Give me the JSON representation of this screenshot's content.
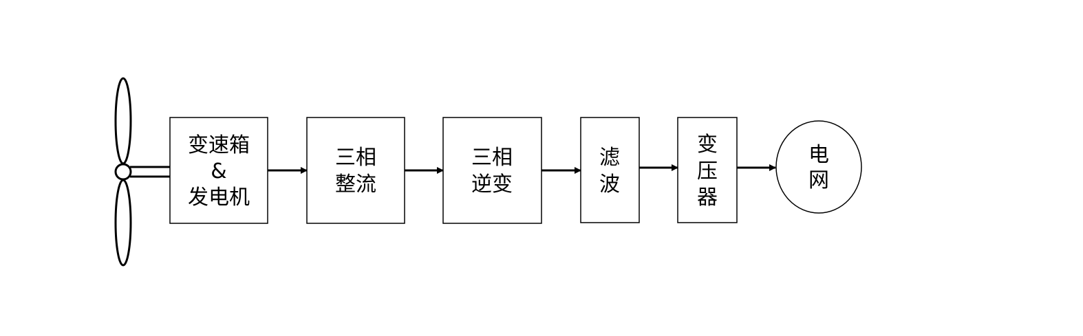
{
  "diagram": {
    "blocks": [
      {
        "id": "gearbox-generator",
        "lines": [
          "变速箱",
          "&",
          "发电机"
        ]
      },
      {
        "id": "three-phase-rectifier",
        "lines": [
          "三相",
          "整流"
        ]
      },
      {
        "id": "three-phase-inverter",
        "lines": [
          "三相",
          "逆变"
        ]
      },
      {
        "id": "filter",
        "lines": [
          "滤",
          "波"
        ]
      },
      {
        "id": "transformer",
        "lines": [
          "变",
          "压",
          "器"
        ]
      }
    ],
    "grid": {
      "lines": [
        "电",
        "网"
      ]
    },
    "icons": {
      "turbine": "wind-turbine-icon"
    },
    "colors": {
      "stroke": "#000000",
      "background": "#ffffff"
    }
  }
}
